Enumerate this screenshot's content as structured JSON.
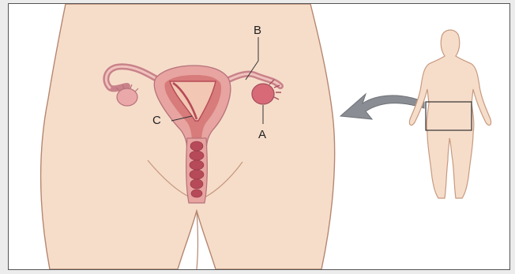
{
  "labels": {
    "a": "A",
    "b": "B",
    "c": "C"
  },
  "colors": {
    "skin": "#f6ddca",
    "skin_shadow": "#e9c4ab",
    "outline": "#b58770",
    "uterus_wall": "#e7a4a0",
    "uterus_inner": "#d77b7b",
    "cavity": "#f2c7b3",
    "lining": "#b64a58",
    "ovary": "#d86a78",
    "arrow": "#8a8d93",
    "panel_bg": "#ffffff"
  },
  "icons": {
    "pointer_arrow": "curved-arrow-icon",
    "silhouette": "female-body-icon"
  }
}
